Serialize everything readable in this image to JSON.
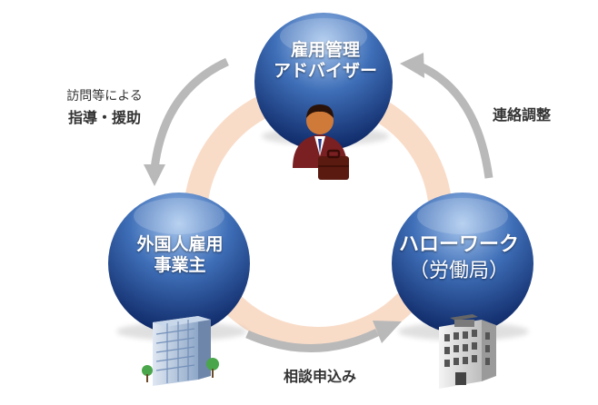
{
  "nodes": {
    "advisor": {
      "line1": "雇用管理",
      "line2": "アドバイザー"
    },
    "employer": {
      "line1": "外国人雇用",
      "line2": "事業主"
    },
    "hellowork": {
      "line1": "ハローワーク",
      "line2": "（労働局）"
    }
  },
  "arrows": {
    "advisor_to_employer": {
      "line1": "訪問等による",
      "line2": "指導・援助"
    },
    "hellowork_to_advisor": {
      "label": "連絡調整"
    },
    "employer_to_hellowork": {
      "label": "相談申込み"
    }
  },
  "colors": {
    "circle_light": "#9fc0e8",
    "circle_dark": "#0f2b6b",
    "ring": "#f9dcc8",
    "arrow": "#b9b9b9"
  }
}
